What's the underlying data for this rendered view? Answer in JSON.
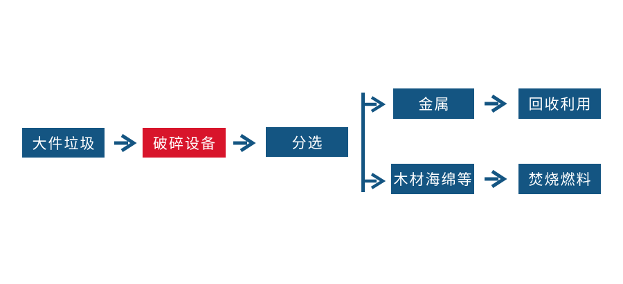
{
  "diagram": {
    "type": "flowchart",
    "description": "Bulky waste treatment process flow",
    "nodes": {
      "bulky_waste": "大件垃圾",
      "crushing_equipment": "破碎设备",
      "sorting": "分选",
      "metal": "金属",
      "recycling": "回收利用",
      "wood_sponge": "木材海绵等",
      "incineration_fuel": "焚烧燃料"
    },
    "edges": [
      [
        "大件垃圾",
        "破碎设备"
      ],
      [
        "破碎设备",
        "分选"
      ],
      [
        "分选",
        "金属"
      ],
      [
        "金属",
        "回收利用"
      ],
      [
        "分选",
        "木材海绵等"
      ],
      [
        "木材海绵等",
        "焚烧燃料"
      ]
    ]
  },
  "colors": {
    "background": "#ffffff",
    "box_blue": "#145582",
    "box_red": "#d8152b",
    "arrow_blue": "#145582",
    "text_white": "#ffffff"
  }
}
